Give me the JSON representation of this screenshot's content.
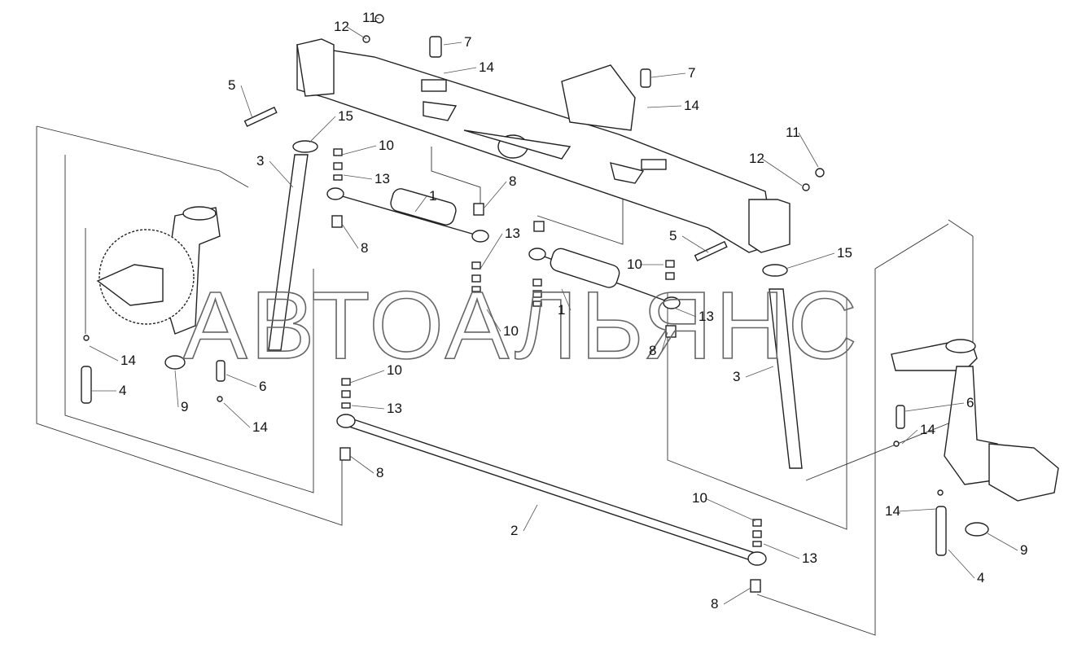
{
  "diagram": {
    "watermark": "АВТОАЛЬЯНС",
    "callouts": [
      "11",
      "12",
      "7",
      "14",
      "5",
      "15",
      "7",
      "14",
      "11",
      "12",
      "10",
      "13",
      "3",
      "1",
      "8",
      "8",
      "13",
      "5",
      "15",
      "10",
      "1",
      "13",
      "10",
      "8",
      "3",
      "14",
      "4",
      "9",
      "6",
      "14",
      "10",
      "13",
      "8",
      "6",
      "14",
      "2",
      "10",
      "13",
      "8",
      "14",
      "9",
      "4"
    ]
  }
}
